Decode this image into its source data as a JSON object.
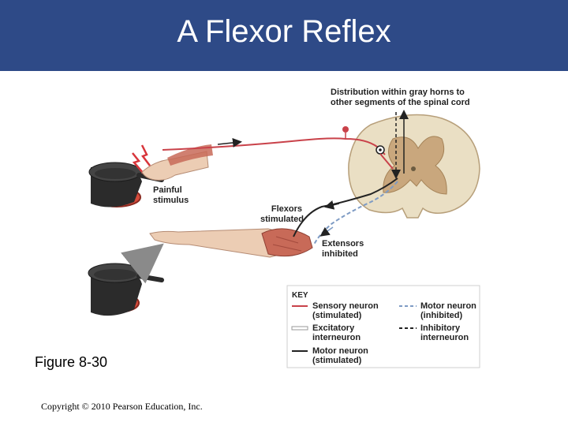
{
  "slide": {
    "title": "A Flexor Reflex",
    "figure_label": "Figure 8-30",
    "copyright": "Copyright © 2010 Pearson Education, Inc."
  },
  "diagram": {
    "labels": {
      "distribution_line1": "Distribution within gray horns to",
      "distribution_line2": "other segments of the spinal cord",
      "painful_line1": "Painful",
      "painful_line2": "stimulus",
      "flexors_line1": "Flexors",
      "flexors_line2": "stimulated",
      "extensors_line1": "Extensors",
      "extensors_line2": "inhibited"
    },
    "key": {
      "title": "KEY",
      "sensory_line1": "Sensory neuron",
      "sensory_line2": "(stimulated)",
      "excitatory_line1": "Excitatory",
      "excitatory_line2": "interneuron",
      "motor_stim_line1": "Motor neuron",
      "motor_stim_line2": "(stimulated)",
      "motor_inhib_line1": "Motor neuron",
      "motor_inhib_line2": "(inhibited)",
      "inhibitory_line1": "Inhibitory",
      "inhibitory_line2": "interneuron"
    },
    "colors": {
      "header": "#2e4a87",
      "sensory": "#c9424a",
      "motor_stimulated": "#222222",
      "motor_inhibited": "#7e9bc4",
      "spinal_white_matter": "#eadfc4",
      "spinal_gray_matter": "#c9a77d",
      "muscle": "#c86a58",
      "skin": "#eccdb4"
    }
  }
}
